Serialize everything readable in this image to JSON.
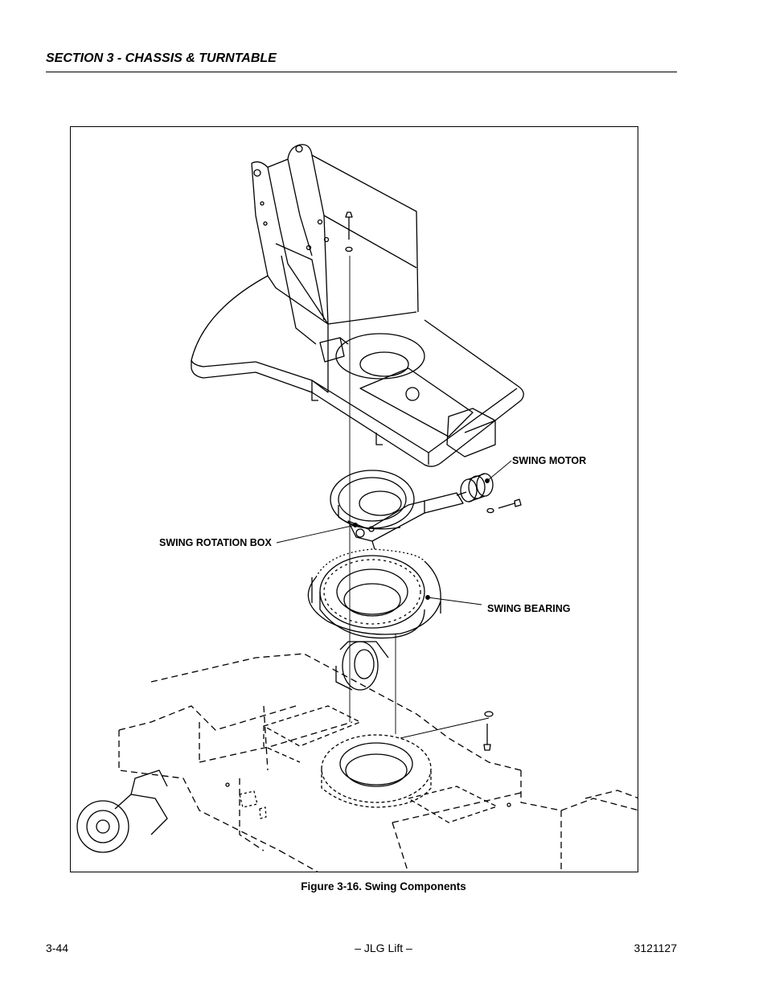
{
  "header": {
    "section_title": "SECTION 3 - CHASSIS & TURNTABLE"
  },
  "figure": {
    "callouts": {
      "swing_motor": "SWING MOTOR",
      "swing_rotation_box": "SWING ROTATION BOX",
      "swing_bearing": "SWING BEARING"
    },
    "caption": "Figure 3-16.  Swing Components"
  },
  "footer": {
    "page_number": "3-44",
    "center": "– JLG Lift –",
    "doc_number": "3121127"
  }
}
